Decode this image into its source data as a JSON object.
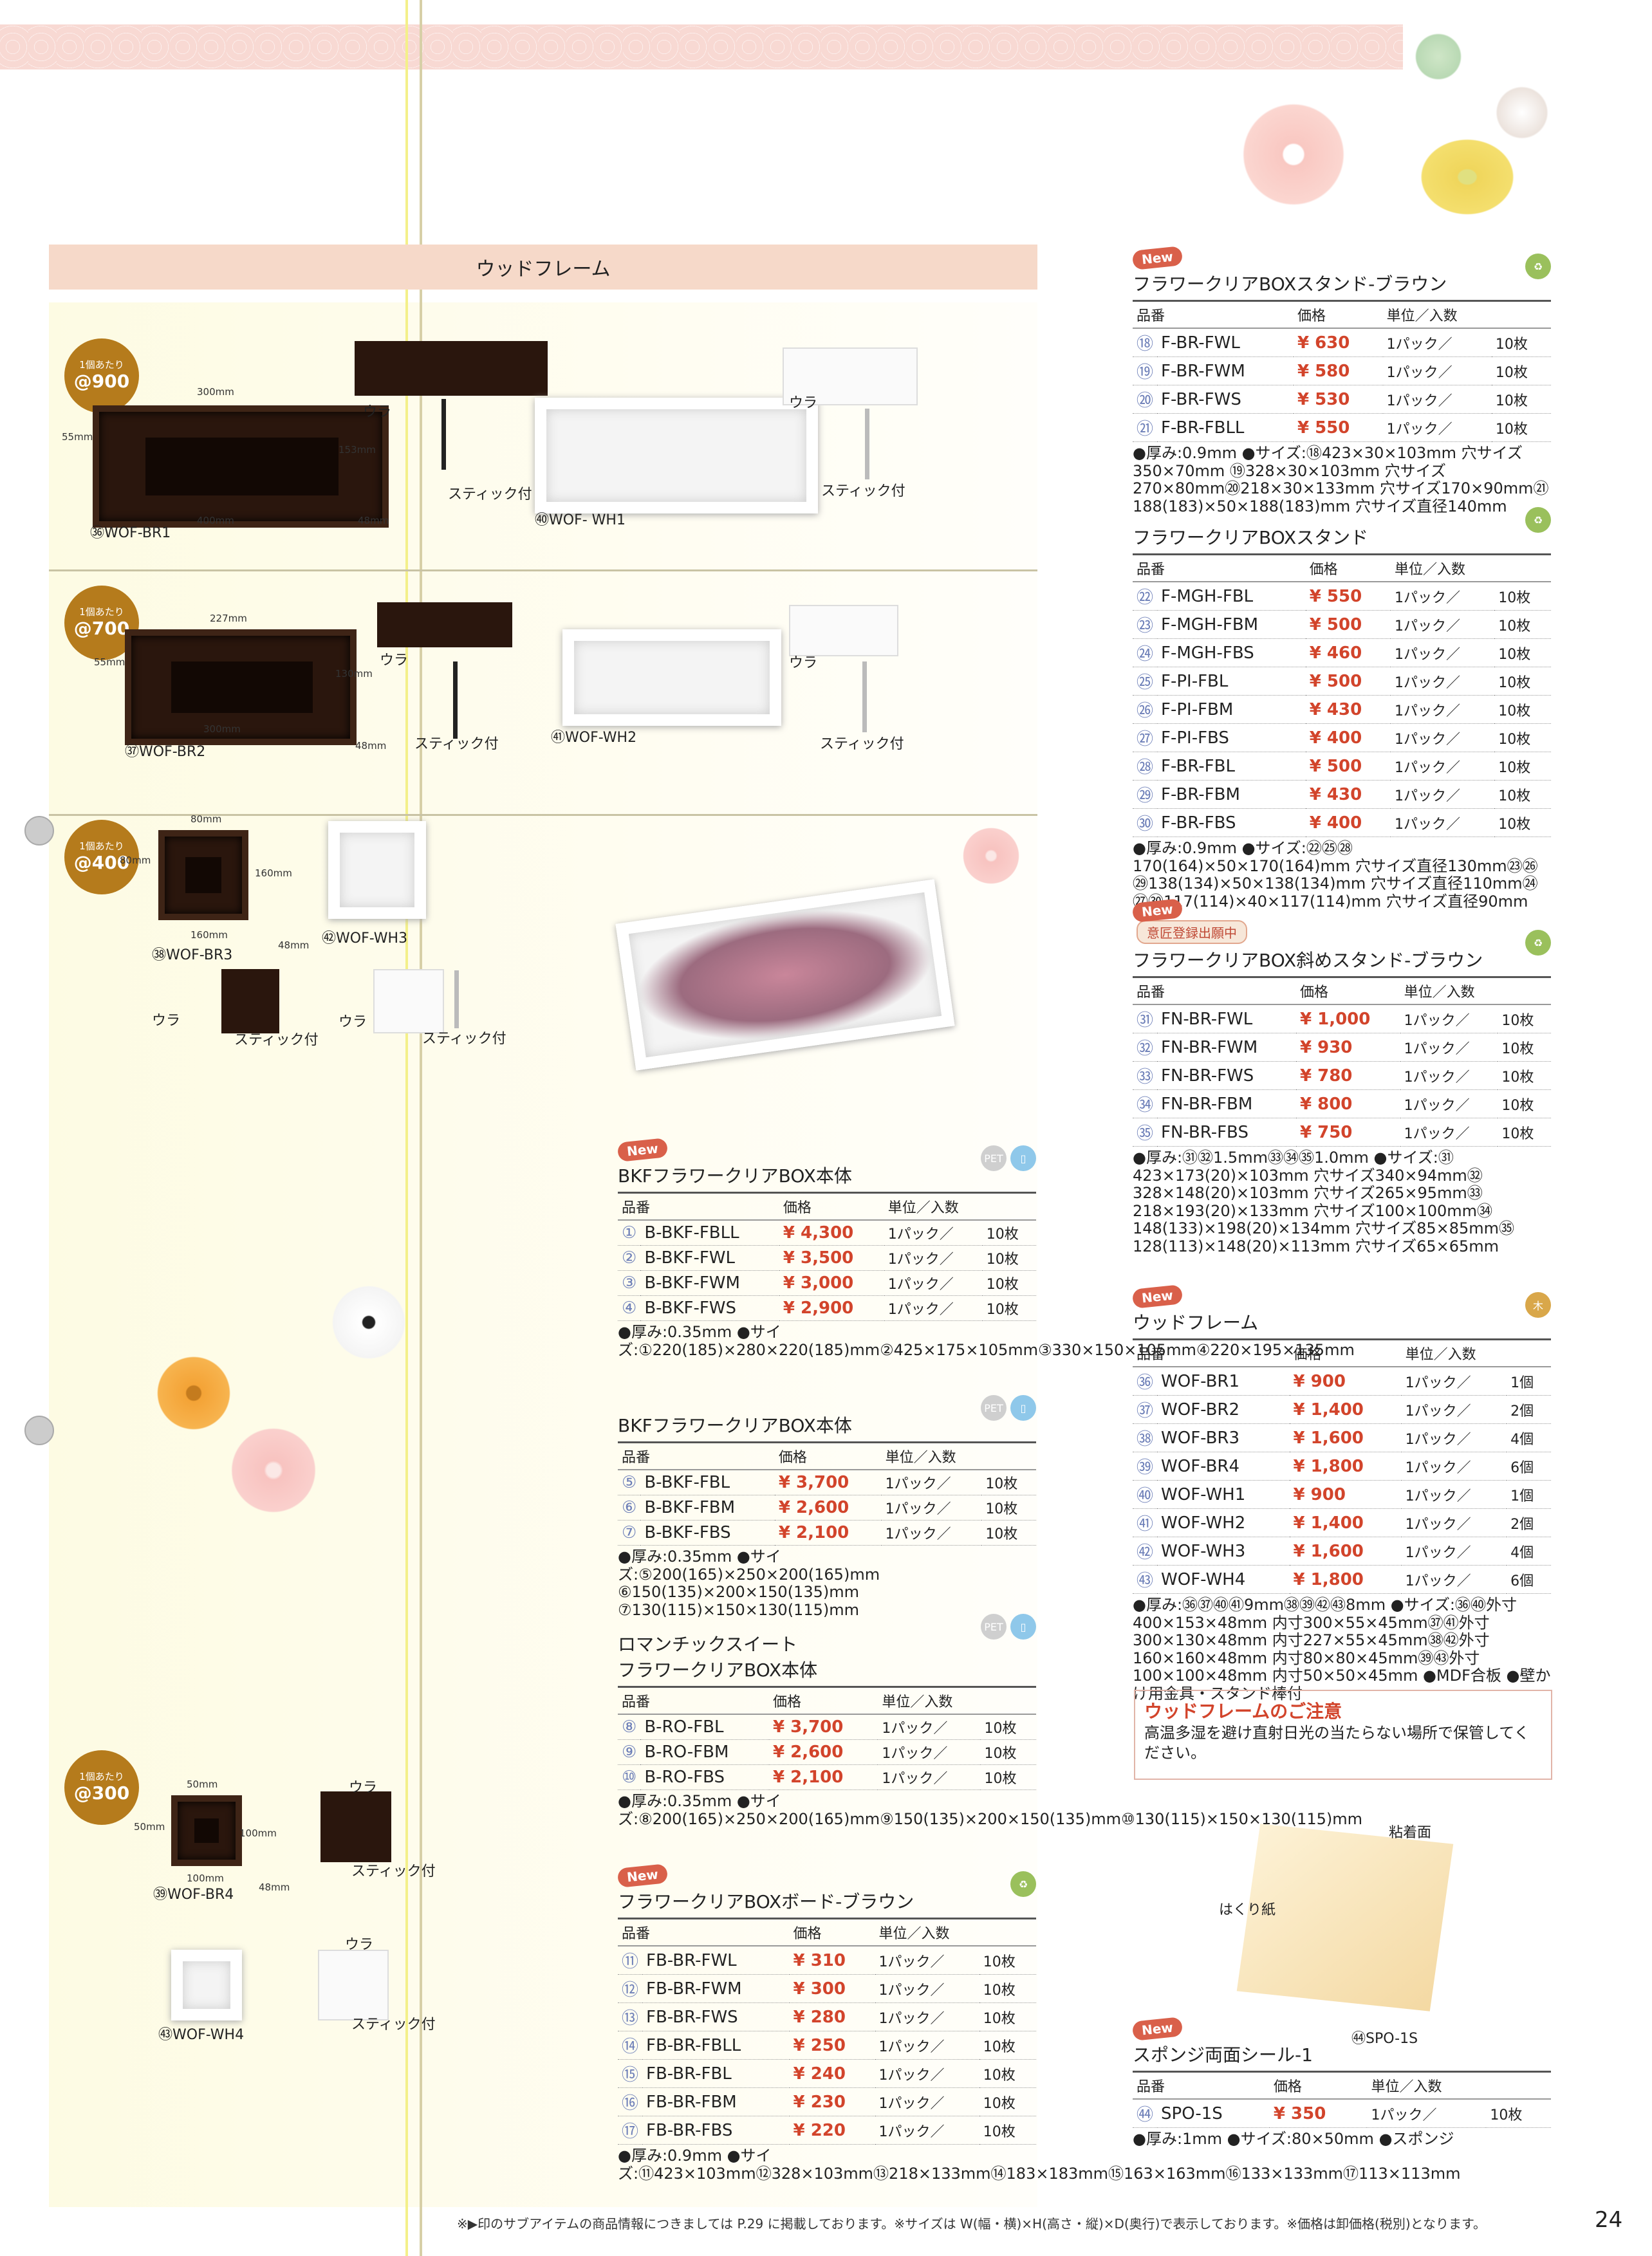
{
  "section_title": "ウッドフレーム",
  "rows": [
    {
      "badge_top": "1個あたり",
      "badge_price": "@900",
      "label_a": "㊱WOF-BR1",
      "label_b": "㊵WOF- WH1",
      "ura": "ウラ",
      "stick": "スティック付",
      "dims": [
        "300mm",
        "55mm",
        "153mm",
        "400mm",
        "48mm"
      ]
    },
    {
      "badge_top": "1個あたり",
      "badge_price": "@700",
      "label_a": "㊲WOF-BR2",
      "label_b": "㊶WOF-WH2",
      "ura": "ウラ",
      "stick": "スティック付",
      "dims": [
        "227mm",
        "55mm",
        "130mm",
        "300mm",
        "48mm"
      ]
    },
    {
      "badge_top": "1個あたり",
      "badge_price": "@400",
      "label_a": "㊳WOF-BR3",
      "label_b": "㊷WOF-WH3",
      "ura": "ウラ",
      "stick": "スティック付",
      "dims": [
        "80mm",
        "80mm",
        "160mm",
        "160mm",
        "48mm"
      ]
    },
    {
      "badge_top": "1個あたり",
      "badge_price": "@300",
      "label_a": "㊴WOF-BR4",
      "label_b": "㊸WOF-WH4",
      "ura": "ウラ",
      "stick": "スティック付",
      "dims": [
        "50mm",
        "50mm",
        "100mm",
        "100mm",
        "48mm"
      ]
    }
  ],
  "header": {
    "code": "品番",
    "price": "価格",
    "unit": "単位／入数"
  },
  "new_label": "New",
  "blocks": [
    {
      "id": "bkf1",
      "new": true,
      "title": "BKFフラワークリアBOX本体",
      "icons": [
        "PET",
        "▯"
      ],
      "items": [
        [
          "①",
          "B-BKF-FBLL",
          "¥ 4,300",
          "1パック／",
          "10枚"
        ],
        [
          "②",
          "B-BKF-FWL",
          "¥ 3,500",
          "1パック／",
          "10枚"
        ],
        [
          "③",
          "B-BKF-FWM",
          "¥ 3,000",
          "1パック／",
          "10枚"
        ],
        [
          "④",
          "B-BKF-FWS",
          "¥ 2,900",
          "1パック／",
          "10枚"
        ]
      ],
      "notes": "●厚み:0.35mm ●サイズ:①220(185)×280×220(185)mm②425×175×105mm③330×150×105mm④220×195×135mm"
    },
    {
      "id": "bkf2",
      "new": false,
      "title": "BKFフラワークリアBOX本体",
      "icons": [
        "PET",
        "▯"
      ],
      "items": [
        [
          "⑤",
          "B-BKF-FBL",
          "¥ 3,700",
          "1パック／",
          "10枚"
        ],
        [
          "⑥",
          "B-BKF-FBM",
          "¥ 2,600",
          "1パック／",
          "10枚"
        ],
        [
          "⑦",
          "B-BKF-FBS",
          "¥ 2,100",
          "1パック／",
          "10枚"
        ]
      ],
      "notes": "●厚み:0.35mm ●サイズ:⑤200(165)×250×200(165)mm ⑥150(135)×200×150(135)mm ⑦130(115)×150×130(115)mm"
    },
    {
      "id": "ro",
      "new": false,
      "title": "ロマンチックスイート\nフラワークリアBOX本体",
      "icons": [
        "PET",
        "▯"
      ],
      "items": [
        [
          "⑧",
          "B-RO-FBL",
          "¥ 3,700",
          "1パック／",
          "10枚"
        ],
        [
          "⑨",
          "B-RO-FBM",
          "¥ 2,600",
          "1パック／",
          "10枚"
        ],
        [
          "⑩",
          "B-RO-FBS",
          "¥ 2,100",
          "1パック／",
          "10枚"
        ]
      ],
      "notes": "●厚み:0.35mm ●サイズ:⑧200(165)×250×200(165)mm⑨150(135)×200×150(135)mm⑩130(115)×150×130(115)mm"
    },
    {
      "id": "board",
      "new": true,
      "title": "フラワークリアBOXボード-ブラウン",
      "icons": [
        "♻"
      ],
      "items": [
        [
          "⑪",
          "FB-BR-FWL",
          "¥ 310",
          "1パック／",
          "10枚"
        ],
        [
          "⑫",
          "FB-BR-FWM",
          "¥ 300",
          "1パック／",
          "10枚"
        ],
        [
          "⑬",
          "FB-BR-FWS",
          "¥ 280",
          "1パック／",
          "10枚"
        ],
        [
          "⑭",
          "FB-BR-FBLL",
          "¥ 250",
          "1パック／",
          "10枚"
        ],
        [
          "⑮",
          "FB-BR-FBL",
          "¥ 240",
          "1パック／",
          "10枚"
        ],
        [
          "⑯",
          "FB-BR-FBM",
          "¥ 230",
          "1パック／",
          "10枚"
        ],
        [
          "⑰",
          "FB-BR-FBS",
          "¥ 220",
          "1パック／",
          "10枚"
        ]
      ],
      "notes": "●厚み:0.9mm ●サイズ:⑪423×103mm⑫328×103mm⑬218×133mm⑭183×183mm⑮163×163mm⑯133×133mm⑰113×113mm"
    },
    {
      "id": "standbr",
      "new": true,
      "title": "フラワークリアBOXスタンド-ブラウン",
      "icons": [
        "♻"
      ],
      "items": [
        [
          "⑱",
          "F-BR-FWL",
          "¥ 630",
          "1パック／",
          "10枚"
        ],
        [
          "⑲",
          "F-BR-FWM",
          "¥ 580",
          "1パック／",
          "10枚"
        ],
        [
          "⑳",
          "F-BR-FWS",
          "¥ 530",
          "1パック／",
          "10枚"
        ],
        [
          "㉑",
          "F-BR-FBLL",
          "¥ 550",
          "1パック／",
          "10枚"
        ]
      ],
      "notes": "●厚み:0.9mm ●サイズ:⑱423×30×103mm 穴サイズ350×70mm ⑲328×30×103mm 穴サイズ270×80mm⑳218×30×133mm 穴サイズ170×90mm㉑188(183)×50×188(183)mm 穴サイズ直径140mm"
    },
    {
      "id": "stand",
      "new": false,
      "title": "フラワークリアBOXスタンド",
      "icons": [
        "♻"
      ],
      "items": [
        [
          "㉒",
          "F-MGH-FBL",
          "¥ 550",
          "1パック／",
          "10枚"
        ],
        [
          "㉓",
          "F-MGH-FBM",
          "¥ 500",
          "1パック／",
          "10枚"
        ],
        [
          "㉔",
          "F-MGH-FBS",
          "¥ 460",
          "1パック／",
          "10枚"
        ],
        [
          "㉕",
          "F-PI-FBL",
          "¥ 500",
          "1パック／",
          "10枚"
        ],
        [
          "㉖",
          "F-PI-FBM",
          "¥ 430",
          "1パック／",
          "10枚"
        ],
        [
          "㉗",
          "F-PI-FBS",
          "¥ 400",
          "1パック／",
          "10枚"
        ],
        [
          "㉘",
          "F-BR-FBL",
          "¥ 500",
          "1パック／",
          "10枚"
        ],
        [
          "㉙",
          "F-BR-FBM",
          "¥ 430",
          "1パック／",
          "10枚"
        ],
        [
          "㉚",
          "F-BR-FBS",
          "¥ 400",
          "1パック／",
          "10枚"
        ]
      ],
      "notes": "●厚み:0.9mm ●サイズ:㉒㉕㉘170(164)×50×170(164)mm 穴サイズ直径130mm㉓㉖㉙138(134)×50×138(134)mm 穴サイズ直径110mm㉔㉗㉚117(114)×40×117(114)mm 穴サイズ直径90mm"
    },
    {
      "id": "slant",
      "new": true,
      "design": "意匠登録出願中",
      "title": "フラワークリアBOX斜めスタンド-ブラウン",
      "icons": [
        "♻"
      ],
      "items": [
        [
          "㉛",
          "FN-BR-FWL",
          "¥ 1,000",
          "1パック／",
          "10枚"
        ],
        [
          "㉜",
          "FN-BR-FWM",
          "¥ 930",
          "1パック／",
          "10枚"
        ],
        [
          "㉝",
          "FN-BR-FWS",
          "¥ 780",
          "1パック／",
          "10枚"
        ],
        [
          "㉞",
          "FN-BR-FBM",
          "¥ 800",
          "1パック／",
          "10枚"
        ],
        [
          "㉟",
          "FN-BR-FBS",
          "¥ 750",
          "1パック／",
          "10枚"
        ]
      ],
      "notes": "●厚み:㉛㉜1.5mm㉝㉞㉟1.0mm ●サイズ:㉛423×173(20)×103mm 穴サイズ340×94mm㉜328×148(20)×103mm 穴サイズ265×95mm㉝218×193(20)×133mm 穴サイズ100×100mm㉞148(133)×198(20)×134mm 穴サイズ85×85mm㉟128(113)×148(20)×113mm 穴サイズ65×65mm"
    },
    {
      "id": "wood",
      "new": true,
      "title": "ウッドフレーム",
      "icons": [
        "木"
      ],
      "items": [
        [
          "㊱",
          "WOF-BR1",
          "¥ 900",
          "1パック／",
          "1個"
        ],
        [
          "㊲",
          "WOF-BR2",
          "¥ 1,400",
          "1パック／",
          "2個"
        ],
        [
          "㊳",
          "WOF-BR3",
          "¥ 1,600",
          "1パック／",
          "4個"
        ],
        [
          "㊴",
          "WOF-BR4",
          "¥ 1,800",
          "1パック／",
          "6個"
        ],
        [
          "㊵",
          "WOF-WH1",
          "¥ 900",
          "1パック／",
          "1個"
        ],
        [
          "㊶",
          "WOF-WH2",
          "¥ 1,400",
          "1パック／",
          "2個"
        ],
        [
          "㊷",
          "WOF-WH3",
          "¥ 1,600",
          "1パック／",
          "4個"
        ],
        [
          "㊸",
          "WOF-WH4",
          "¥ 1,800",
          "1パック／",
          "6個"
        ]
      ],
      "notes": "●厚み:㊱㊲㊵㊶9mm㊳㊴㊷㊸8mm ●サイズ:㊱㊵外寸400×153×48mm 内寸300×55×45mm㊲㊶外寸300×130×48mm 内寸227×55×45mm㊳㊷外寸160×160×48mm 内寸80×80×45mm㊴㊸外寸100×100×48mm 内寸50×50×45mm ●MDF合板 ●壁かけ用金具・スタンド棒付"
    },
    {
      "id": "spo",
      "new": true,
      "title": "スポンジ両面シール-1",
      "icons": [],
      "items": [
        [
          "㊹",
          "SPO-1S",
          "¥ 350",
          "1パック／",
          "10枚"
        ]
      ],
      "notes": "●厚み:1mm ●サイズ:80×50mm ●スポンジ"
    }
  ],
  "caution": {
    "title": "ウッドフレームのご注意",
    "body": "高温多湿を避け直射日光の当たらない場所で保管してください。"
  },
  "sponge": {
    "a": "粘着面",
    "b": "はくり紙",
    "c": "㊹SPO-1S"
  },
  "footer": "※▶印のサブアイテムの商品情報につきましては P.29 に掲載しております。※サイズは W(幅・横)×H(高さ・縦)×D(奥行)で表示しております。※価格は卸価格(税別)となります。",
  "page_number": "24"
}
